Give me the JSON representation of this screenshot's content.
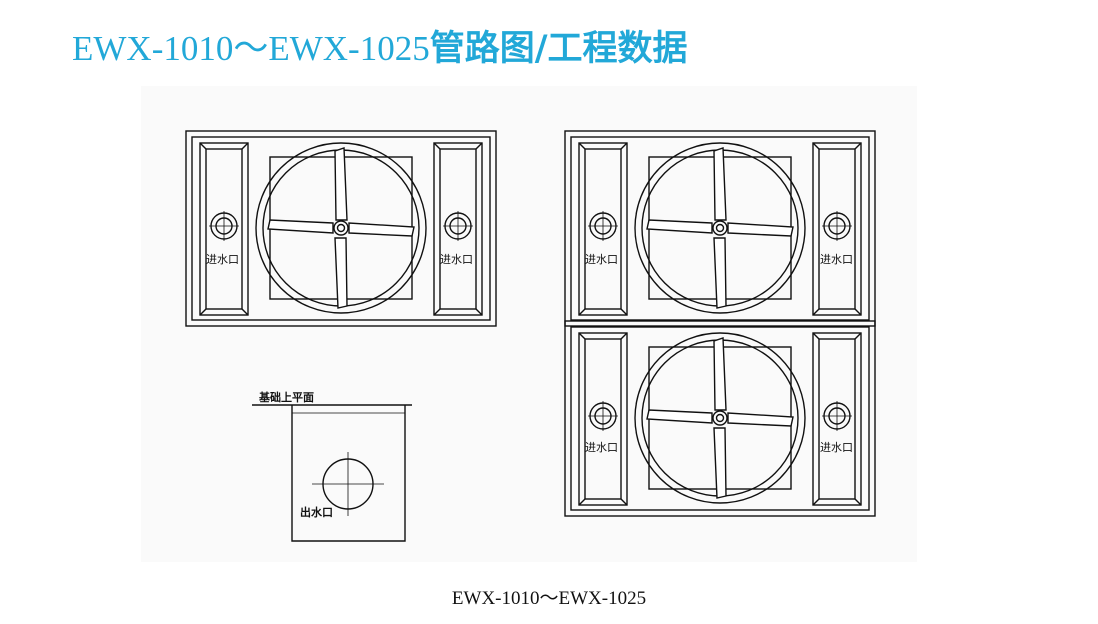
{
  "title": {
    "model_range": "EWX-1010～EWX-1025",
    "suffix": "管路图/工程数据"
  },
  "labels": {
    "inlet": "进水口",
    "outlet": "出水口",
    "foundation_plane": "基础上平面"
  },
  "caption": "EWX-1010～EWX-1025",
  "colors": {
    "title": "#22a8d8",
    "line": "#111111"
  }
}
